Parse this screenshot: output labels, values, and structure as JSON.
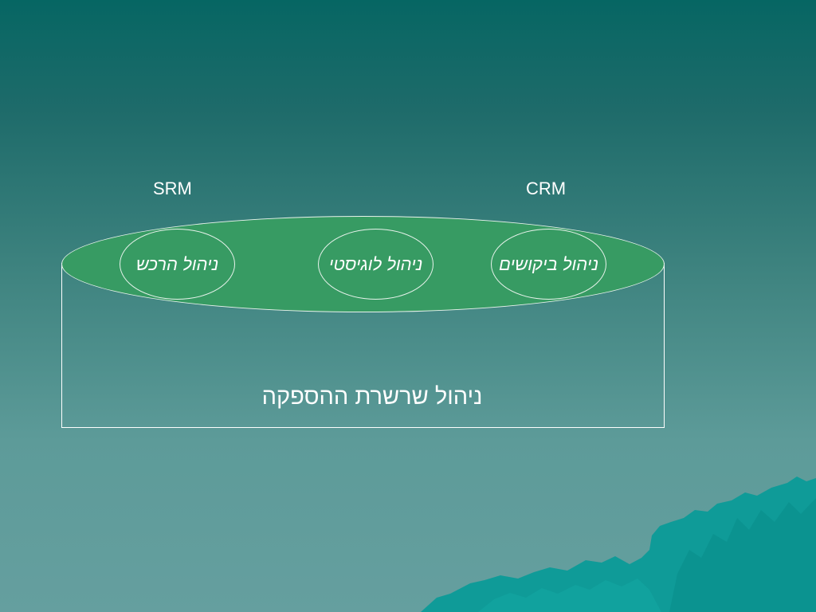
{
  "diagram": {
    "left_label": "SRM",
    "right_label": "CRM",
    "modules": [
      {
        "label": "ניהול הרכש"
      },
      {
        "label": "ניהול לוגיסטי"
      },
      {
        "label": "ניהול ביקושים"
      }
    ],
    "container_label": "ניהול שרשרת ההספקה"
  },
  "colors": {
    "background_top": "#066663",
    "background_bottom": "#659f9f",
    "ellipse_fill": "#379b63",
    "mountain": "#0f9b98",
    "text": "#ffffff"
  }
}
